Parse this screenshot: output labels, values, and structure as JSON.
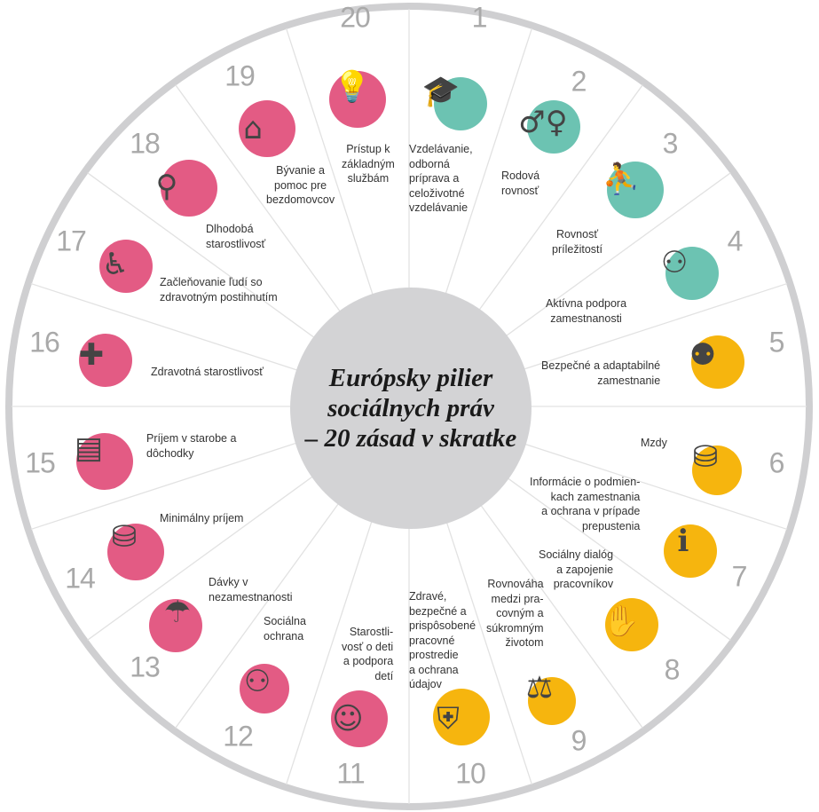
{
  "title": "Európsky pilier\nsociálnych práv\n– 20 zásad v skratke",
  "colors": {
    "teal": "#6cc3b2",
    "yellow": "#f6b50e",
    "pink": "#e35b84",
    "ring": "#cfcfd1",
    "center": "#d3d3d5",
    "spoke": "#e2e2e2"
  },
  "principles": [
    {
      "number": "1",
      "label": "Vzdelávanie,\nodborná\npríprava a\nceloživotné\nvzdelávanie",
      "color": "teal",
      "icon": "graduation-screen-icon",
      "glyph": "🎓"
    },
    {
      "number": "2",
      "label": "Rodová\nrovnosť",
      "color": "teal",
      "icon": "gender-balance-icon",
      "glyph": "♂♀"
    },
    {
      "number": "3",
      "label": "Rovnosť\npríležitostí",
      "color": "teal",
      "icon": "stairs-help-icon",
      "glyph": "⛹"
    },
    {
      "number": "4",
      "label": "Aktívna podpora\nzamestnanosti",
      "color": "teal",
      "icon": "presentation-group-icon",
      "glyph": "⚇"
    },
    {
      "number": "5",
      "label": "Bezpečné a adaptabilné\nzamestnanie",
      "color": "yellow",
      "icon": "workers-icon",
      "glyph": "⚉"
    },
    {
      "number": "6",
      "label": "Mzdy",
      "color": "yellow",
      "icon": "coins-growth-icon",
      "glyph": "⛁"
    },
    {
      "number": "7",
      "label": "Informácie o podmien-\nkach zamestnania\na ochrana v prípade\nprepustenia",
      "color": "yellow",
      "icon": "info-shield-icon",
      "glyph": "ℹ"
    },
    {
      "number": "8",
      "label": "Sociálny dialóg\na zapojenie\npracovníkov",
      "color": "yellow",
      "icon": "handshake-icon",
      "glyph": "✋"
    },
    {
      "number": "9",
      "label": "Rovnováha\nmedzi pra-\ncovným a\nsúkromným\nživotom",
      "color": "yellow",
      "icon": "work-life-icon",
      "glyph": "⚖"
    },
    {
      "number": "10",
      "label": "Zdravé,\nbezpečné a\nprispôsobené\npracovné\nprostredie\na ochrana\núdajov",
      "color": "yellow",
      "icon": "shield-worker-icon",
      "glyph": "⛨"
    },
    {
      "number": "11",
      "label": "Starostli-\nvosť o deti\na podpora\ndetí",
      "color": "pink",
      "icon": "parent-child-icon",
      "glyph": "☺"
    },
    {
      "number": "12",
      "label": "Sociálna\nochrana",
      "color": "pink",
      "icon": "protected-people-icon",
      "glyph": "⚇"
    },
    {
      "number": "13",
      "label": "Dávky v\nnezamestnanosti",
      "color": "pink",
      "icon": "umbrella-people-icon",
      "glyph": "☂"
    },
    {
      "number": "14",
      "label": "Minimálny príjem",
      "color": "pink",
      "icon": "coins-hand-icon",
      "glyph": "⛁"
    },
    {
      "number": "15",
      "label": "Príjem v starobe a\ndôchodky",
      "color": "pink",
      "icon": "pension-document-icon",
      "glyph": "▤"
    },
    {
      "number": "16",
      "label": "Zdravotná starostlivosť",
      "color": "pink",
      "icon": "medical-kit-icon",
      "glyph": "✚"
    },
    {
      "number": "17",
      "label": "Začleňovanie ľudí so\nzdravotným postihnutím",
      "color": "pink",
      "icon": "wheelchair-icon",
      "glyph": "♿"
    },
    {
      "number": "18",
      "label": "Dlhodobá\nstarostlivosť",
      "color": "pink",
      "icon": "elderly-walker-icon",
      "glyph": "⚲"
    },
    {
      "number": "19",
      "label": "Bývanie a\npomoc pre\nbezdomovcov",
      "color": "pink",
      "icon": "shelter-bed-icon",
      "glyph": "⌂"
    },
    {
      "number": "20",
      "label": "Prístup k\nzákladným\nslužbám",
      "color": "pink",
      "icon": "lightbulb-hand-icon",
      "glyph": "💡"
    }
  ]
}
